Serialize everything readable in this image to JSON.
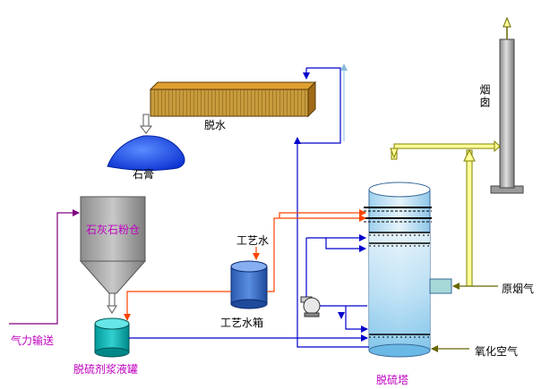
{
  "labels": {
    "dewater": "脱水",
    "gypsum": "石膏",
    "chimney": "烟囱",
    "limestone_silo": "石灰石粉仓",
    "process_water": "工艺水",
    "process_water_tank": "工艺水箱",
    "pneumatic": "气力输送",
    "slurry_tank": "脱硫剂浆液罐",
    "absorber": "脱硫塔",
    "raw_flue_gas": "原烟气",
    "oxidation_air": "氧化空气"
  },
  "colors": {
    "purple_line": "#800080",
    "blue_line": "#0000cc",
    "orange_line": "#ff4400",
    "light_blue_line": "#99ccee",
    "olive_line": "#808000",
    "gas_pipe": "#ffff99"
  }
}
